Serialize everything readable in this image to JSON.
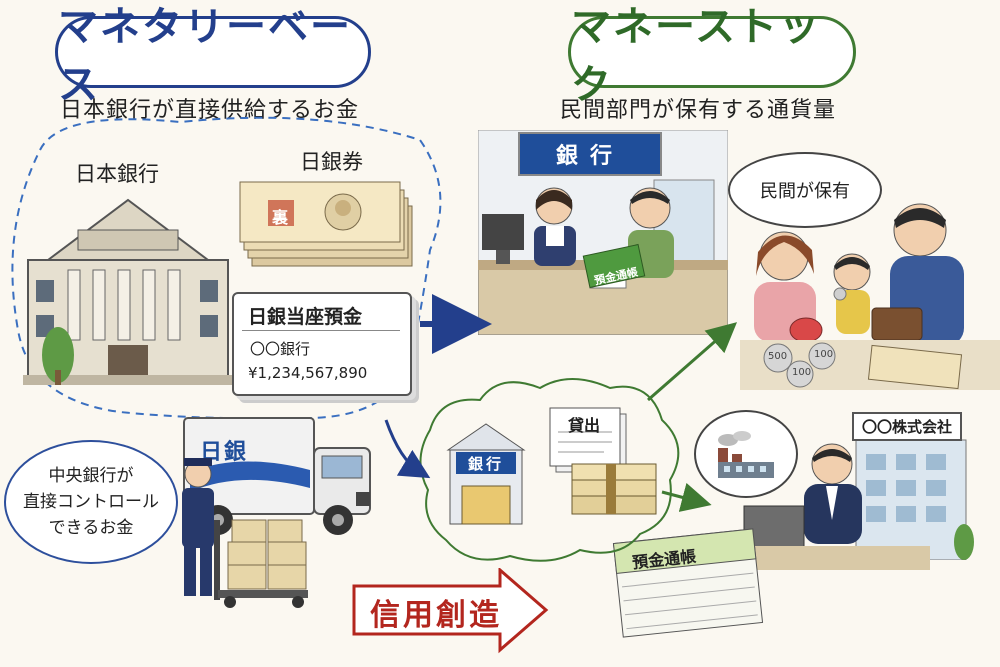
{
  "monetary_base": {
    "title": "マネタリーベース",
    "subtitle": "日本銀行が直接供給するお金",
    "boj_label": "日本銀行",
    "notes_label": "日銀券",
    "note_stamp": "裏",
    "deposit_card": {
      "title": "日銀当座預金",
      "bank": "〇〇銀行",
      "amount": "¥1,234,567,890"
    },
    "truck_label": "日銀",
    "central_bank_bubble": [
      "中央銀行が",
      "直接コントロール",
      "できるお金"
    ]
  },
  "money_stock": {
    "title": "マネーストック",
    "subtitle": "民間部門が保有する通貨量",
    "bank_sign": "銀行",
    "passbook_small": "預金通帳",
    "household_bubble": "民間が保有",
    "coins": [
      "500",
      "100",
      "100"
    ],
    "company_sign": "〇〇株式会社",
    "passbook": "預金通帳"
  },
  "credit": {
    "bank_building_sign": "銀行",
    "loan_doc": "貸出",
    "arrow_label": "信用創造"
  },
  "colors": {
    "blue": "#233f8c",
    "green": "#3f7a32",
    "red": "#b3261e"
  }
}
